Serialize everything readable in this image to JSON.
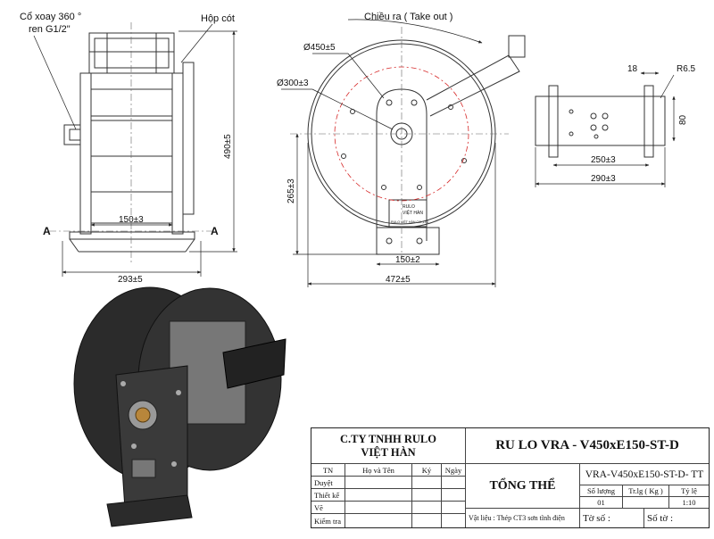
{
  "labels": {
    "swivel_joint_line1": "Cổ xoay 360 °",
    "swivel_joint_line2": "ren G1/2\"",
    "gearbox": "Hộp cót",
    "direction": "Chiều ra ( Take out )",
    "section_a_left": "A",
    "section_a_right": "A"
  },
  "dimensions": {
    "front_base_inner": "150±3",
    "front_overall_width": "293±5",
    "front_height": "490±5",
    "side_drum_dia": "Ø450±5",
    "side_hub_dia": "Ø300±3",
    "side_axis_height": "265±3",
    "side_base_width": "150±2",
    "side_overall_width": "472±5",
    "base_slot": "18",
    "base_radius": "R6.5",
    "base_hole_spacing_v": "80",
    "base_hole_spacing_h": "250±3",
    "base_overall": "290±3"
  },
  "nameplate": {
    "line1": "RULO",
    "line2": "VIỆT HÀN",
    "line3": "RULO VIỆT HÀN CO.,LTD"
  },
  "title_block": {
    "company_line1": "C.TY TNHH RULO",
    "company_line2": "VIỆT HÀN",
    "product_title": "RU LO VRA - V450xE150-ST-D",
    "view_name": "TỔNG THỂ",
    "drawing_code": "VRA-V450xE150-ST-D- TT",
    "col_role": "TN",
    "col_name": "Họ và Tên",
    "col_sign": "Ký",
    "col_date": "Ngày",
    "row_approved": "Duyệt",
    "row_designed": "Thiết kế",
    "row_drawn": "Vẽ",
    "row_checked": "Kiểm tra",
    "qty_label": "Số lượng",
    "weight_label": "Tr.lg ( Kg )",
    "scale_label": "Tỷ lệ",
    "qty_value": "01",
    "weight_value": "",
    "scale_value": "1:10",
    "material": "Vật liệu : Thép CT3 sơn tĩnh điện",
    "sheet_no": "Tờ số :",
    "sheet_count": "Số tờ :"
  },
  "colors": {
    "line": "#333333",
    "centerline_red": "#d62828",
    "body_dark": "#2b2b2b",
    "body_mid": "#555555",
    "fitting_brass": "#b8863b"
  }
}
